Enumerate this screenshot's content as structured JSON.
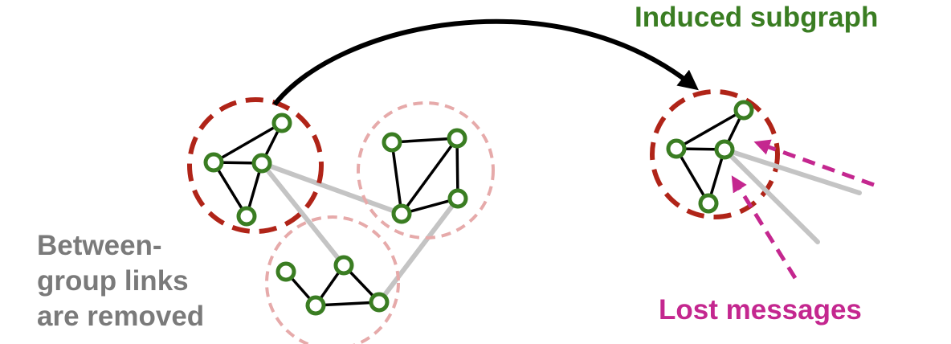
{
  "labels": {
    "induced_subgraph": "Induced subgraph",
    "between_group_line1": "Between-",
    "between_group_line2": "group links",
    "between_group_line3": "are removed",
    "lost_messages": "Lost messages"
  },
  "colors": {
    "node_stroke": "#3a7d22",
    "intra_edge": "#000000",
    "inter_edge": "#c4c4c4",
    "selected_group": "#b02418",
    "other_group": "#e6aaaa",
    "arrow": "#000000",
    "lost_message": "#c4278f",
    "induced_text": "#3a7d22",
    "removed_text": "#7a7a7a",
    "lost_text": "#c4278f"
  }
}
